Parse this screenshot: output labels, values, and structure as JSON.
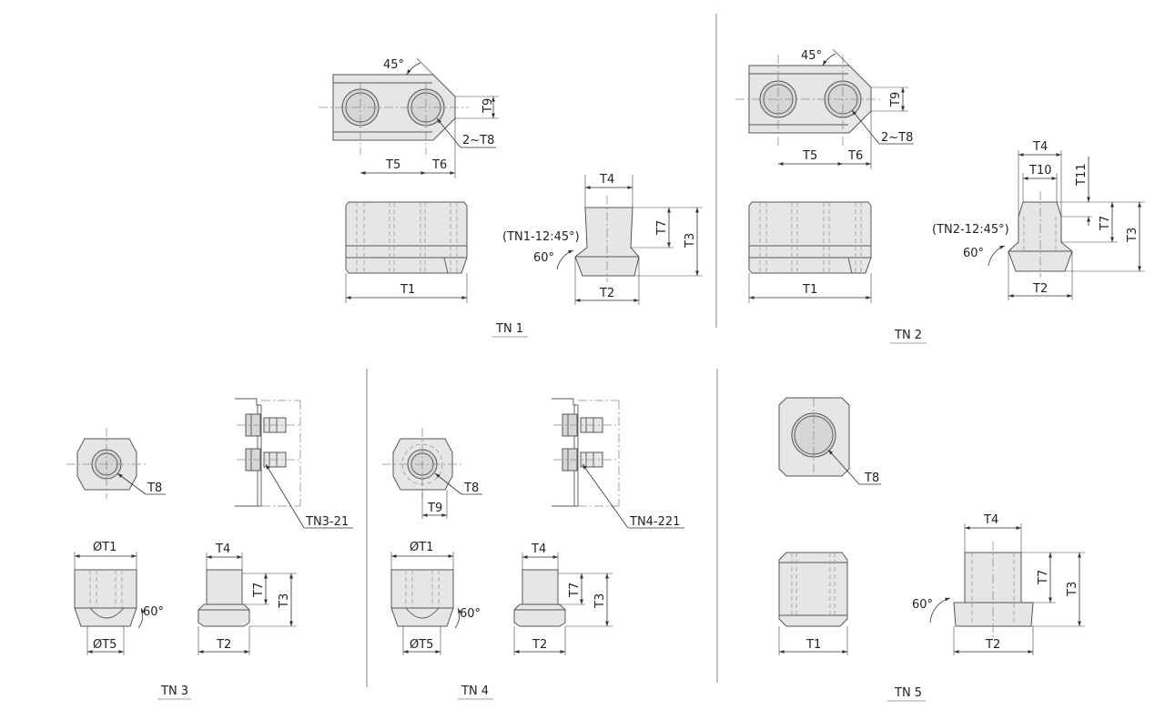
{
  "panels": {
    "tn1": {
      "caption": "TN 1",
      "labels": {
        "angle45": "45°",
        "t9": "T9",
        "t8": "2~T8",
        "t5": "T5",
        "t6": "T6",
        "t1": "T1",
        "t4": "T4",
        "t7": "T7",
        "t3": "T3",
        "t2": "T2",
        "note": "(TN1-12:45°)",
        "angle60": "60°"
      }
    },
    "tn2": {
      "caption": "TN 2",
      "labels": {
        "angle45": "45°",
        "t9": "T9",
        "t8": "2~T8",
        "t5": "T5",
        "t6": "T6",
        "t1": "T1",
        "t4": "T4",
        "t10": "T10",
        "t11": "T11",
        "t7": "T7",
        "t3": "T3",
        "t2": "T2",
        "note": "(TN2-12:45°)",
        "angle60": "60°"
      }
    },
    "tn3": {
      "caption": "TN 3",
      "labels": {
        "t8": "T8",
        "callout": "TN3-21",
        "dt1": "ØT1",
        "dt5": "ØT5",
        "angle60": "60°",
        "t4": "T4",
        "t7": "T7",
        "t3": "T3",
        "t2": "T2"
      }
    },
    "tn4": {
      "caption": "TN 4",
      "labels": {
        "t8": "T8",
        "t9": "T9",
        "callout": "TN4-221",
        "dt1": "ØT1",
        "dt5": "ØT5",
        "angle60": "60°",
        "t4": "T4",
        "t7": "T7",
        "t3": "T3",
        "t2": "T2"
      }
    },
    "tn5": {
      "caption": "TN 5",
      "labels": {
        "t8": "T8",
        "t1": "T1",
        "t4": "T4",
        "t7": "T7",
        "t3": "T3",
        "t2": "T2",
        "angle60": "60°"
      }
    }
  }
}
